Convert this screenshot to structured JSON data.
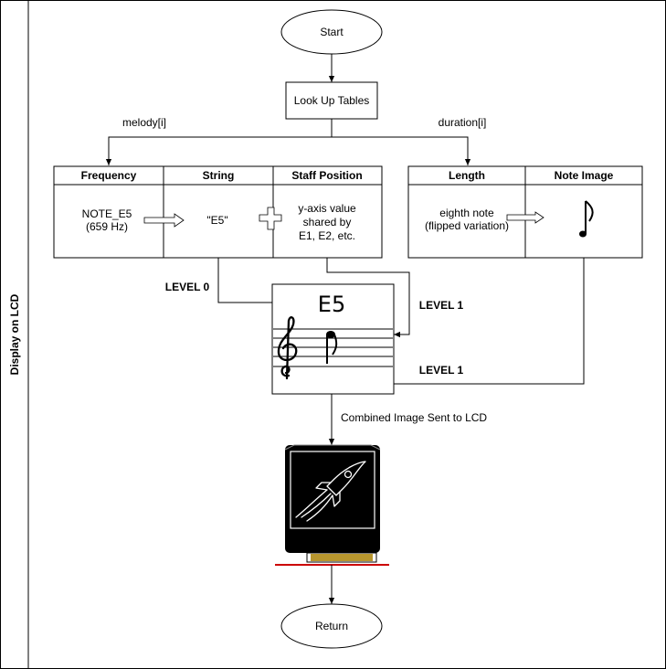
{
  "swimlane": {
    "title": "Display on LCD"
  },
  "nodes": {
    "start": "Start",
    "lookup": "Look Up Tables",
    "return": "Return"
  },
  "edges": {
    "melody": "melody[i]",
    "duration": "duration[i]",
    "level0": "LEVEL 0",
    "level1_top": "LEVEL 1",
    "level1_bottom": "LEVEL 1",
    "combined": "Combined Image Sent to LCD"
  },
  "left_table": {
    "headers": [
      "Frequency",
      "String",
      "Staff Position"
    ],
    "frequency": [
      "NOTE_E5",
      "(659 Hz)"
    ],
    "string": "\"E5\"",
    "staff_position": [
      "y-axis value",
      "shared by",
      "E1, E2, etc."
    ]
  },
  "right_table": {
    "headers": [
      "Length",
      "Note Image"
    ],
    "length": [
      "eighth note",
      "(flipped variation)"
    ]
  },
  "staff_box": {
    "note_name": "E5"
  },
  "colors": {
    "line": "#000000",
    "lcd_pins": "#b8962e",
    "lcd_pcb": "#cc0000"
  }
}
